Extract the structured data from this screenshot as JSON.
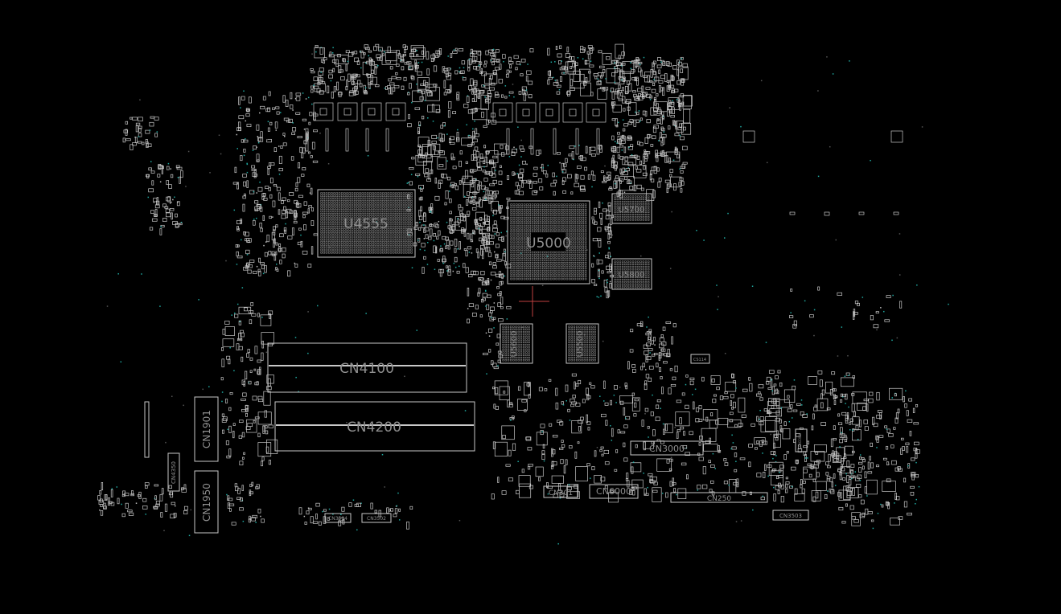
{
  "colors": {
    "background": "#000000",
    "outline": "#c8c8c8",
    "label": "#8f8f8f",
    "via": "#1fa8a0"
  },
  "labels": {
    "u4555": "U4555",
    "u5000": "U5000",
    "u5700": "U5700",
    "u5800": "U5800",
    "u5600": "U5600",
    "u5500": "U5500",
    "cn4100": "CN4100",
    "cn4200": "CN4200",
    "cn1901": "CN1901",
    "cn1950": "CN1950",
    "cn4350": "CN4350",
    "cn3000": "CN3000",
    "cn301": "CN301",
    "cn6000": "CN6000",
    "cn250": "CN250",
    "cn3503": "CN3503",
    "cn3504": "CN3504",
    "cn3502": "CN3502",
    "cs114": "CS114",
    "cn3300": "CN3300"
  }
}
